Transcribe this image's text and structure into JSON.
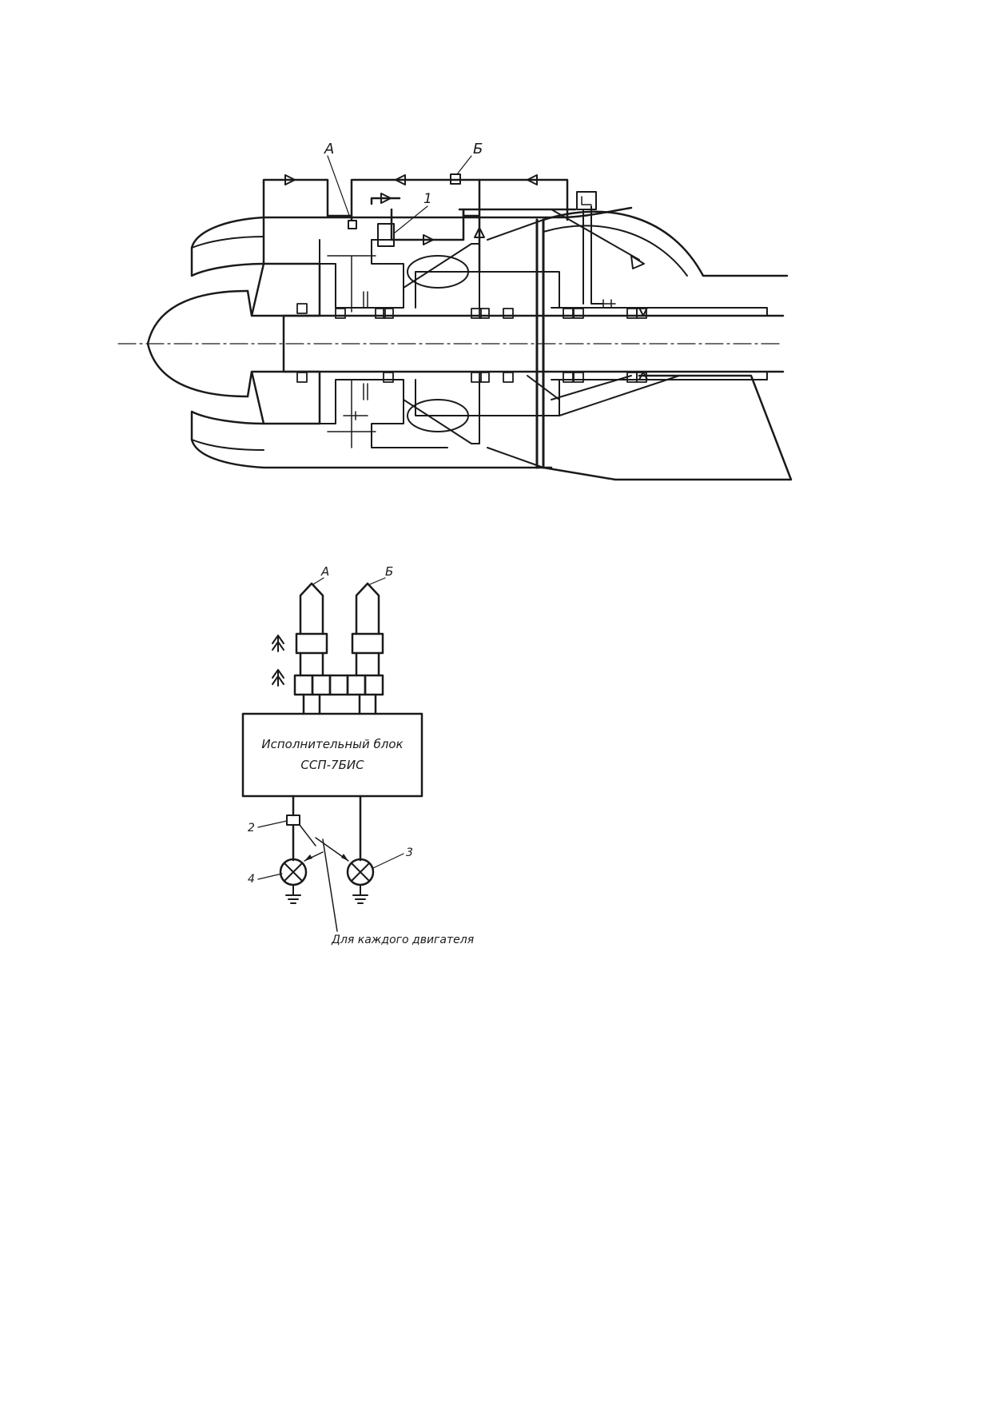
{
  "engine_figure": {
    "labels": {
      "point_a": "А",
      "point_b": "Б",
      "item_1": "1"
    }
  },
  "circuit_figure": {
    "labels": {
      "sensor_a": "А",
      "sensor_b": "Б",
      "item_2": "2",
      "item_3": "3",
      "item_4": "4"
    },
    "executive_unit": {
      "line1": "Исполнительный блок",
      "line2": "ССП-7БИС"
    },
    "note": "Для каждого двигателя"
  }
}
